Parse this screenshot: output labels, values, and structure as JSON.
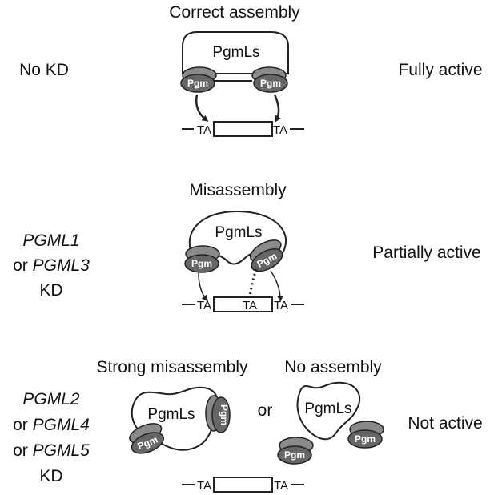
{
  "colors": {
    "pgm_fill": "#666666",
    "pgm_back": "#8a8a8a",
    "stroke": "#222222",
    "background": "#ffffff"
  },
  "panels": {
    "correct": {
      "title": "Correct assembly",
      "condition": "No KD",
      "activity": "Fully active",
      "complex_label": "PgmLs",
      "pgm_label": "Pgm",
      "ta_left": "TA",
      "ta_right": "TA"
    },
    "misassembly": {
      "title": "Misassembly",
      "condition": {
        "gene1": "PGML1",
        "connector": "or",
        "gene2": "PGML3",
        "suffix": "KD"
      },
      "activity": "Partially active",
      "complex_label": "PgmLs",
      "pgm_label": "Pgm",
      "ta_left": "TA",
      "ta_middle": "TA",
      "ta_right": "TA"
    },
    "strong": {
      "title_left": "Strong misassembly",
      "title_right": "No assembly",
      "or_text": "or",
      "condition": {
        "gene1": "PGML2",
        "connector1": "or",
        "gene2": "PGML4",
        "connector2": "or",
        "gene3": "PGML5",
        "suffix": "KD"
      },
      "activity": "Not active",
      "complex_label_left": "PgmLs",
      "complex_label_right": "PgmLs",
      "pgm_label": "Pgm",
      "ta_left": "TA",
      "ta_right": "TA"
    }
  }
}
